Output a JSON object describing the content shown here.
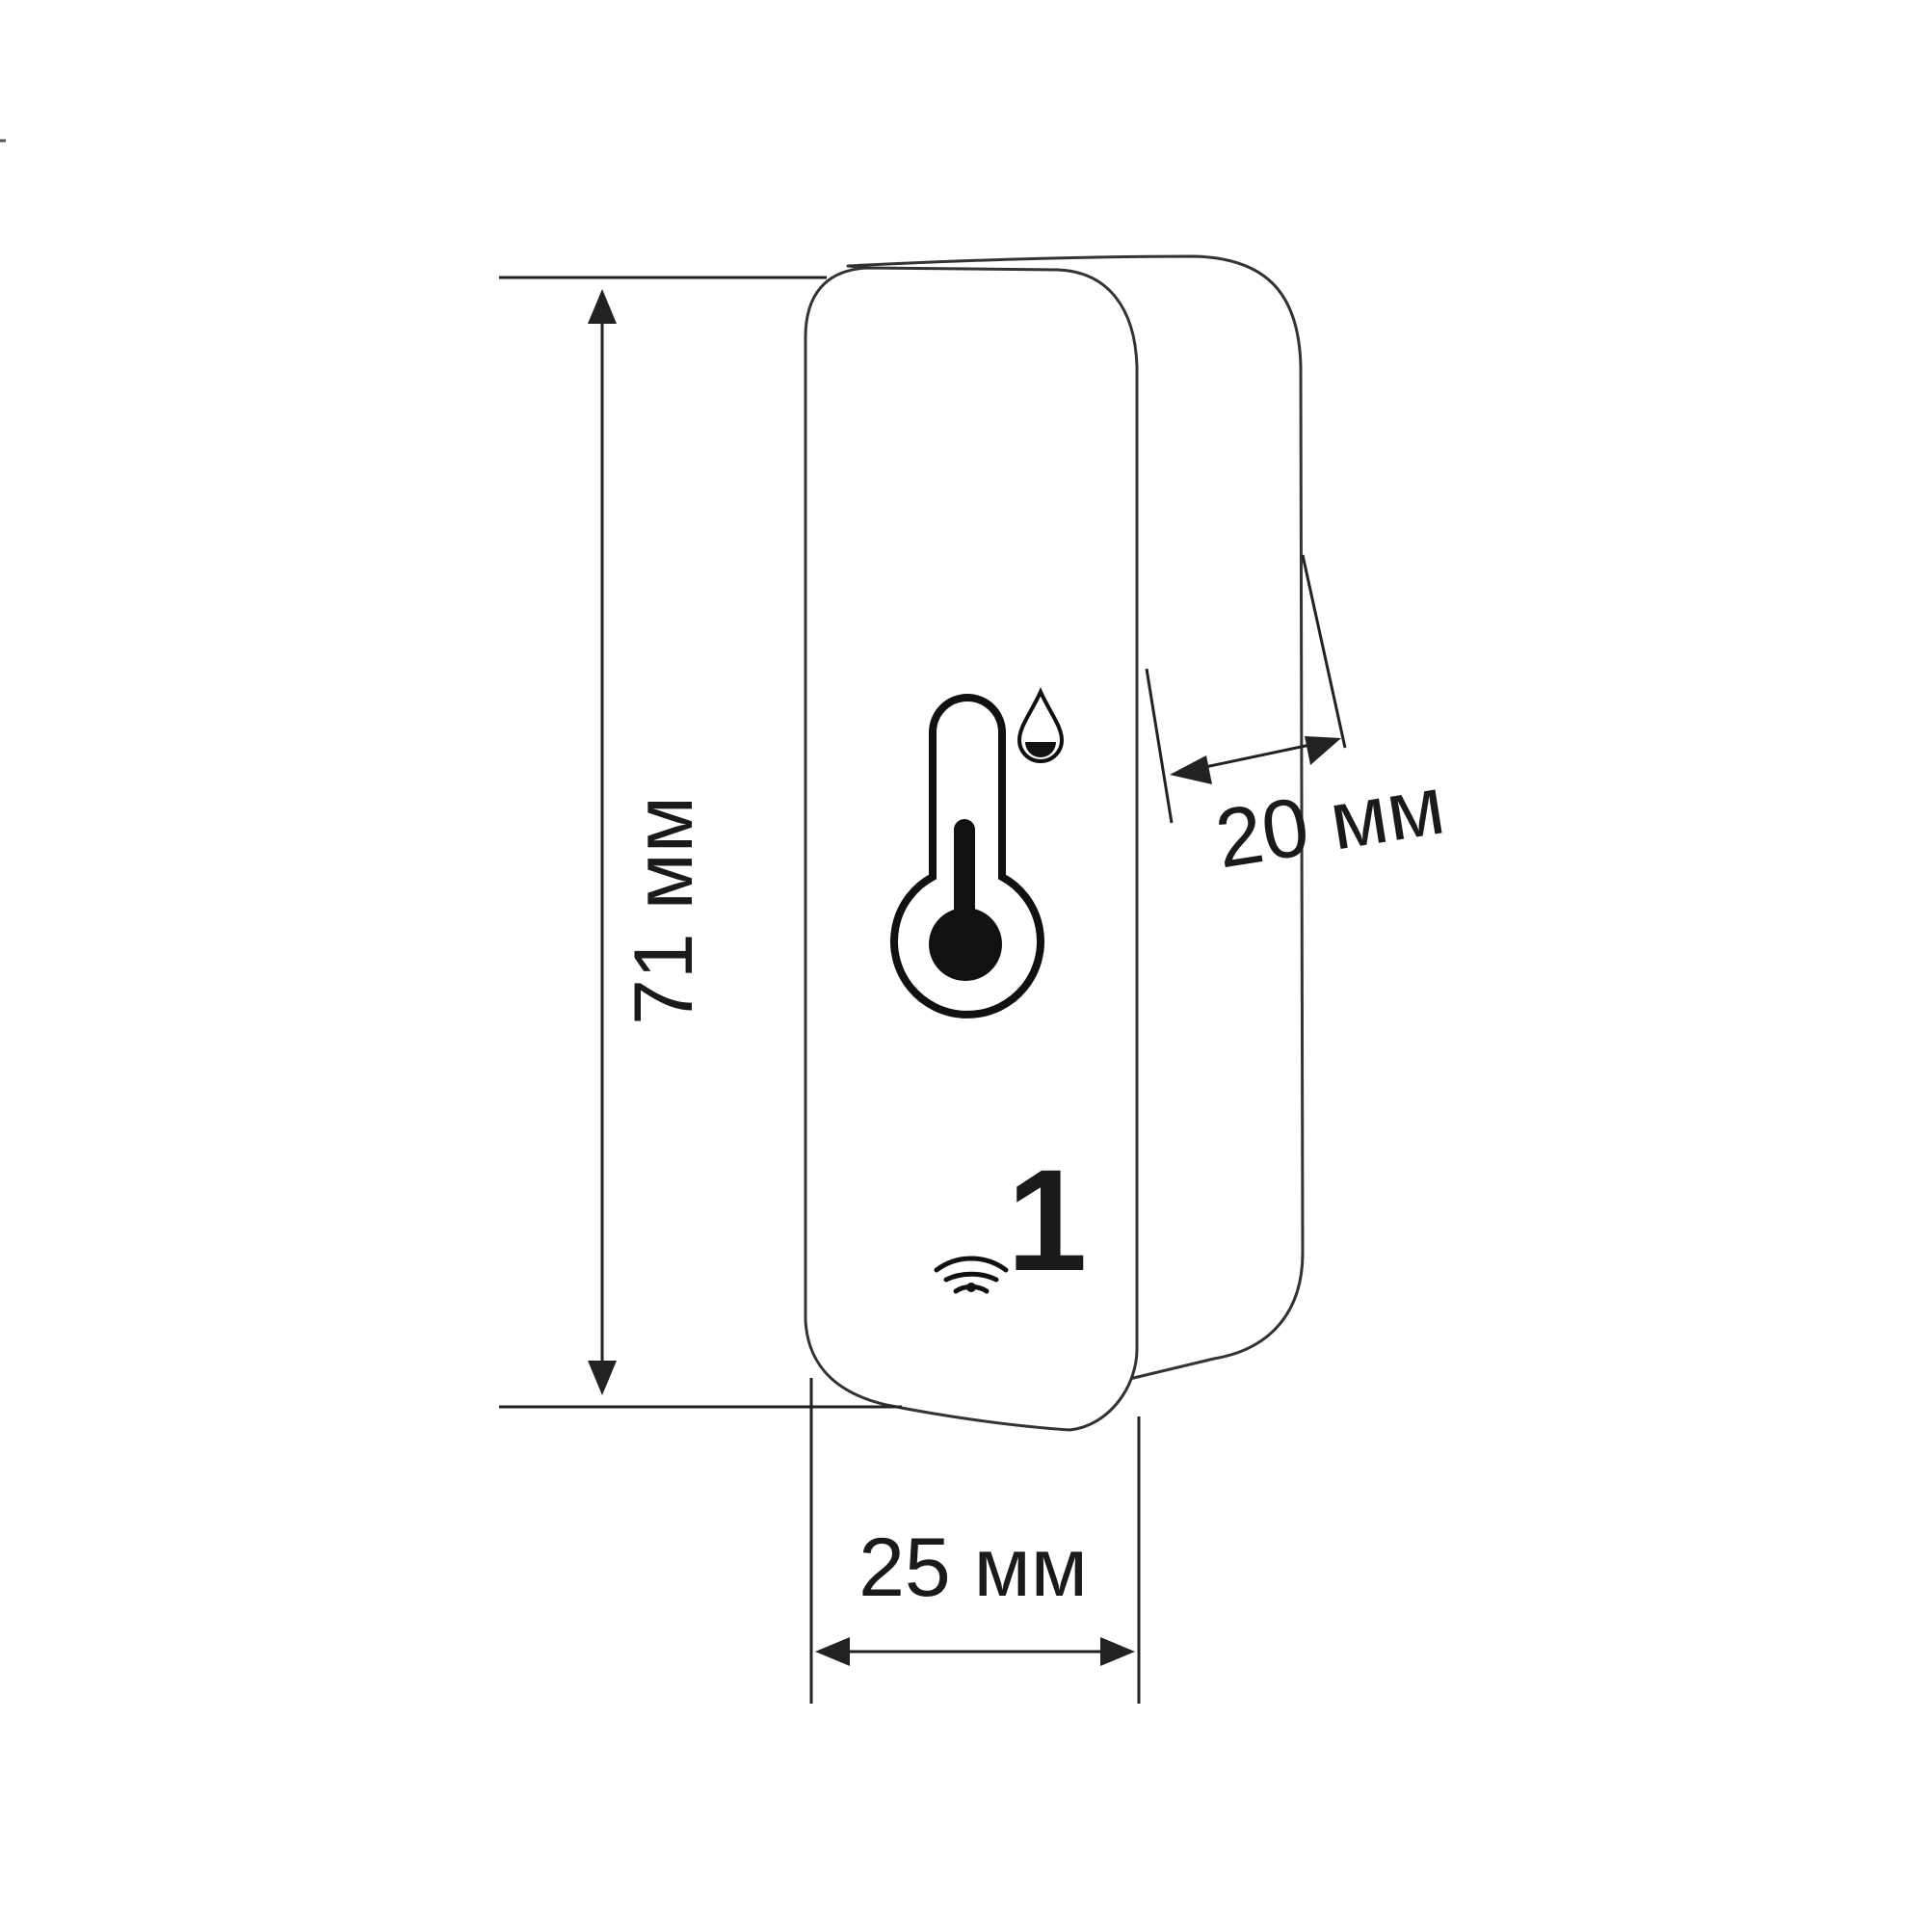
{
  "dimensions": {
    "height_label": "71 мм",
    "width_label": "25 мм",
    "depth_label": "20 мм"
  },
  "device": {
    "channel_number": "1",
    "icons": [
      "thermometer-icon",
      "water-drop-icon",
      "wireless-signal-icon"
    ]
  },
  "colors": {
    "line": "#222222",
    "fill": "#ffffff"
  }
}
